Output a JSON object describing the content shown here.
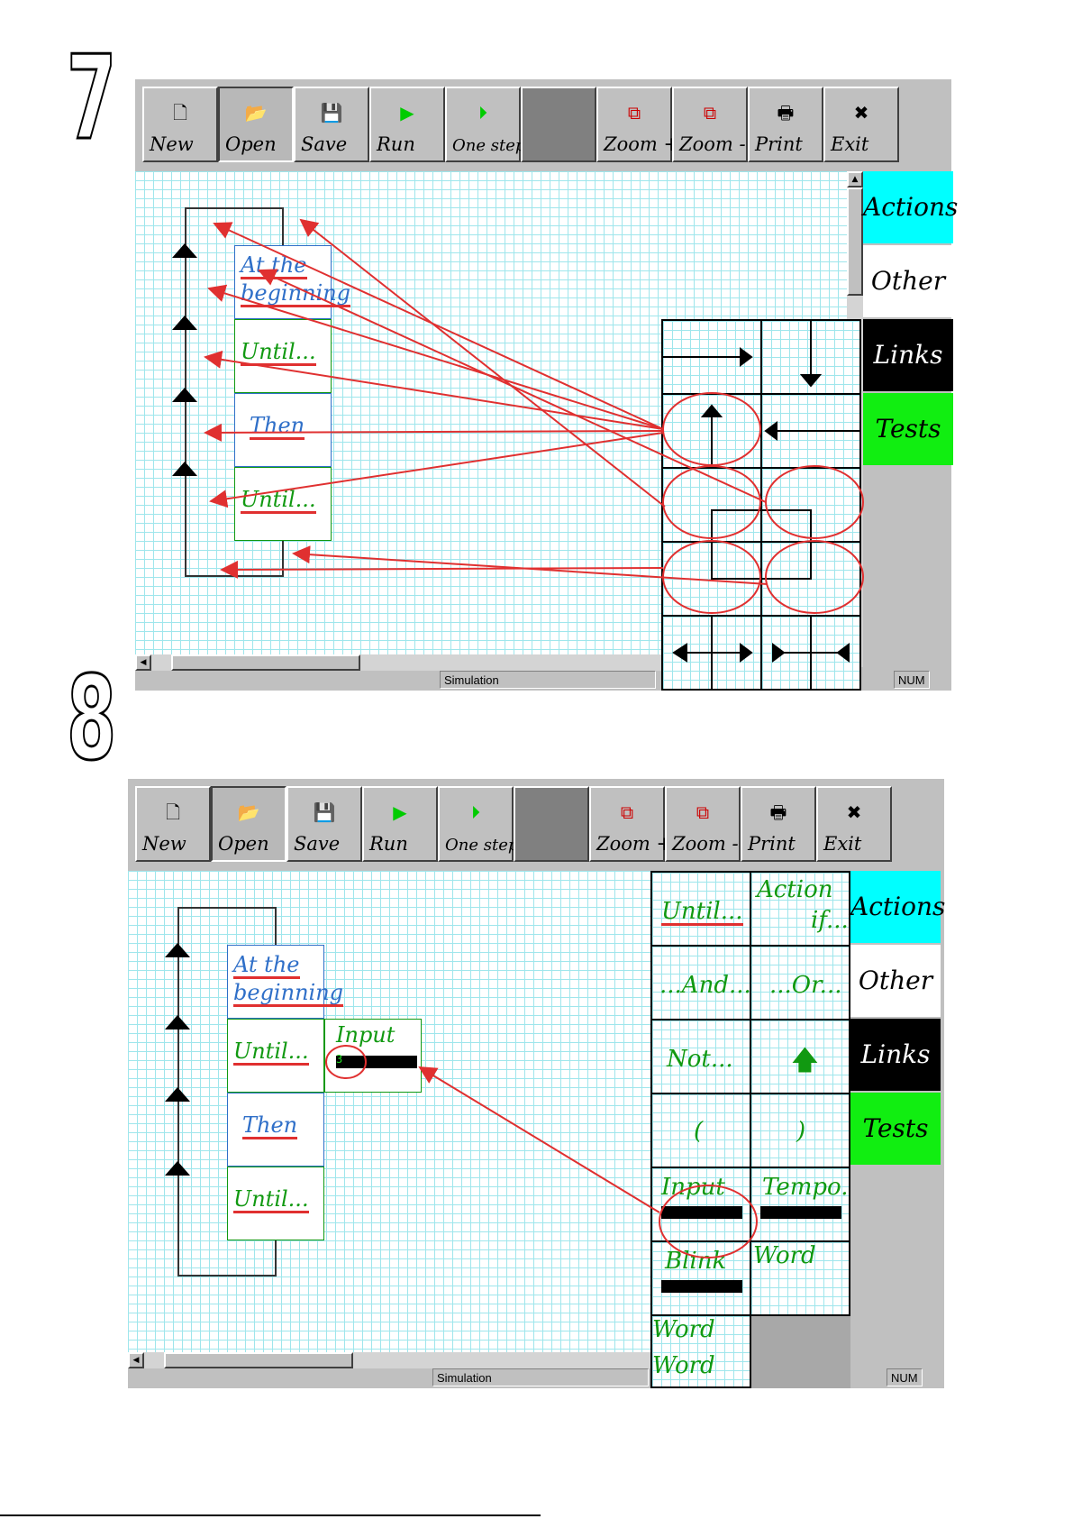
{
  "steps": {
    "first": "7",
    "second": "8"
  },
  "toolbar": {
    "new_label": "New",
    "open_label": "Open",
    "save_label": "Save",
    "run_label": "Run",
    "one_step_label": "One step",
    "zoom_in_label": "Zoom +",
    "zoom_out_label": "Zoom -",
    "print_label": "Print",
    "exit_label": "Exit"
  },
  "tabs": {
    "actions": "Actions",
    "other": "Other",
    "links": "Links",
    "tests": "Tests"
  },
  "program": {
    "start": [
      "At the",
      "beginning"
    ],
    "until": "Until...",
    "then": "Then"
  },
  "input_block": {
    "label": "Input",
    "value": "3"
  },
  "palette8": {
    "until": "Until...",
    "action_if": [
      "Action",
      "if..."
    ],
    "and": "...And...",
    "or": "...Or...",
    "not": "Not...",
    "open_paren": "(",
    "close_paren": ")",
    "input": "Input",
    "tempo": "Tempo.",
    "blink": "Blink",
    "word": "Word",
    "word_word": [
      "Word",
      "Word"
    ]
  },
  "status": {
    "mode": "Simulation",
    "num": "NUM"
  },
  "colors": {
    "grid": "#9fe6ec",
    "annotation": "#e03030",
    "actions_tab": "#00ffff",
    "tests_tab": "#11ee11"
  }
}
